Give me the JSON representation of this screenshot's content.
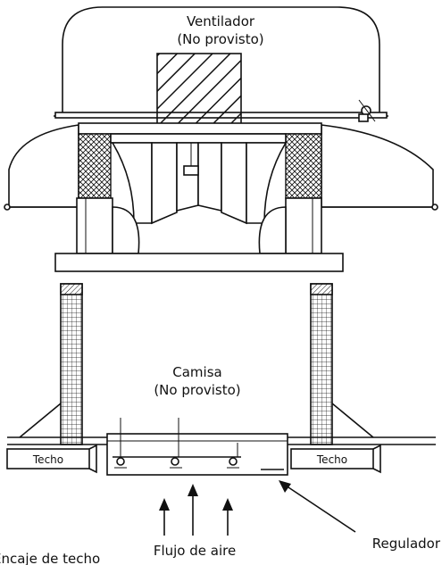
{
  "labels": {
    "fan_line1": "Ventilador",
    "fan_line2": "(No provisto)",
    "jacket_line1": "Camisa",
    "jacket_line2": "(No provisto)",
    "roof_left": "Techo",
    "roof_right": "Techo",
    "airflow": "Flujo de aire",
    "damper": "Regulador",
    "roof_curb": "Encaje de techo"
  }
}
